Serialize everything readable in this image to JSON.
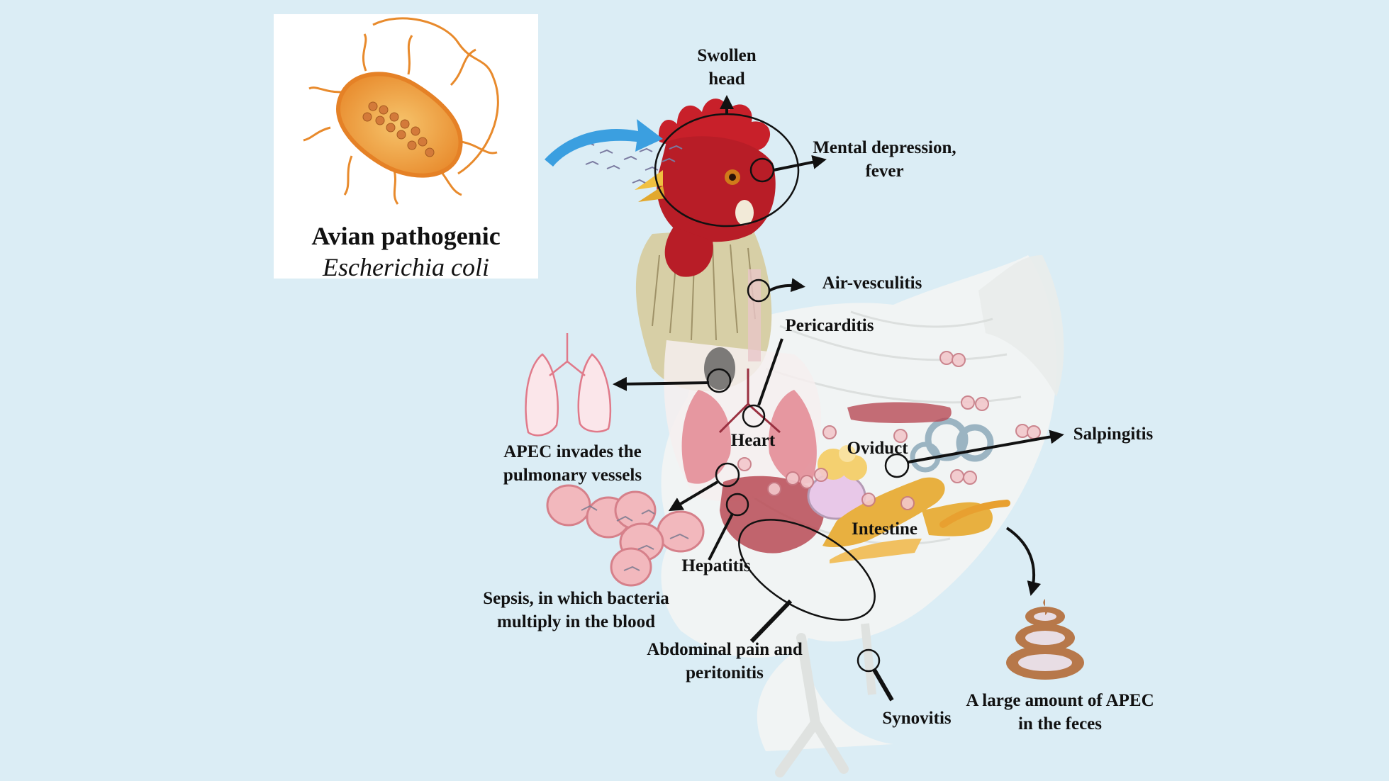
{
  "figure": {
    "caption": {
      "line1": "Avian pathogenic",
      "line2": "Escherichia coli"
    },
    "colors": {
      "background": "#dbedf5",
      "arrow_blue": "#3b9fe0",
      "bacterium_orange": "#e88a2c",
      "comb_red": "#c8202a",
      "organ_pink": "#e9a3ab",
      "intestine_yellow": "#e8b040",
      "feces_brown": "#b7784a",
      "line": "#111111"
    },
    "labels": {
      "swollen_head": [
        "Swollen",
        "head"
      ],
      "mental_depression": [
        "Mental depression,",
        "fever"
      ],
      "air_vesculitis": "Air-vesculitis",
      "pericarditis": "Pericarditis",
      "heart": "Heart",
      "oviduct": "Oviduct",
      "salpingitis": "Salpingitis",
      "apec_pulmonary": [
        "APEC invades the",
        "pulmonary vessels"
      ],
      "intestine": "Intestine",
      "hepatitis": "Hepatitis",
      "sepsis": [
        "Sepsis, in which bacteria",
        "multiply in the blood"
      ],
      "abdominal": [
        "Abdominal pain and",
        "peritonitis"
      ],
      "synovitis": "Synovitis",
      "feces": [
        "A large amount of APEC",
        "in the feces"
      ]
    }
  }
}
